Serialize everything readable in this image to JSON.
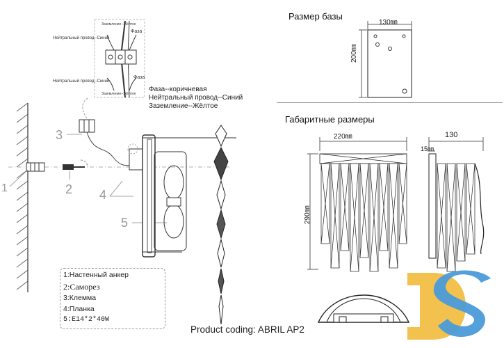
{
  "wiring": {
    "neutral_label": "Нейтральный провод--Синий",
    "ground_label": "Заземление--Жёлтое",
    "phase_label": "Фаза",
    "notes": [
      "Фаза--коричневая",
      "Нейтральный провод--Синий",
      "Заземление--Жёлтое"
    ]
  },
  "callouts": [
    "1",
    "2",
    "3",
    "4",
    "5"
  ],
  "legend": [
    "1:Настенный анкер",
    "2:Саморез",
    "3:Клемма",
    "4:Планка",
    "5:E14*2*40W"
  ],
  "base": {
    "title": "Размер базы",
    "width_label": "130㎜",
    "height_label": "200㎜"
  },
  "dims": {
    "title": "Габаритные размеры",
    "width_label": "220㎜",
    "height_label": "290㎜",
    "depth_label": "130",
    "offset_label": "15㎜"
  },
  "product_coding": "Product coding: ABRIL AP2",
  "logo": {
    "text": "DS",
    "colors": {
      "d": "#F2C14E",
      "s": "#4A9BD9"
    }
  }
}
